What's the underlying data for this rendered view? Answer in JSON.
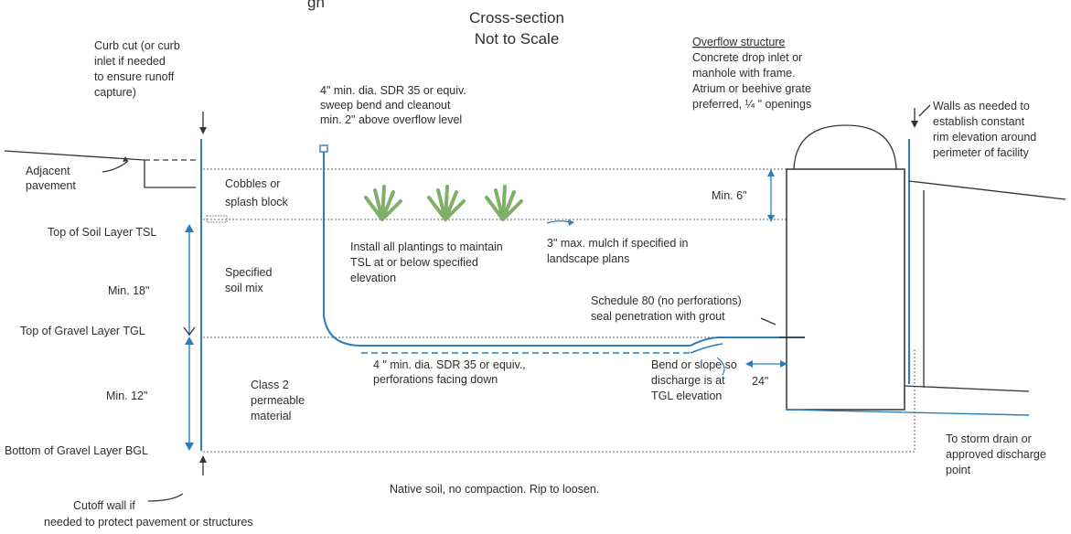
{
  "title_partial": "gn",
  "cross_section": "Cross-section",
  "not_to_scale": "Not to Scale",
  "curb_cut": [
    "Curb cut (or curb",
    "inlet if needed",
    "to ensure runoff",
    "capture)"
  ],
  "adjacent_pavement": [
    "Adjacent",
    "pavement"
  ],
  "cleanout": [
    "4\" min. dia. SDR 35 or equiv.",
    "sweep bend and cleanout",
    "min. 2\" above overflow level"
  ],
  "overflow_title": "Overflow structure",
  "overflow_desc": [
    "Concrete drop inlet or",
    "manhole with frame.",
    "Atrium or beehive grate",
    "preferred, ¼ \" openings"
  ],
  "walls": [
    "Walls as needed to",
    "establish constant",
    "rim elevation around",
    "perimeter of facility"
  ],
  "cobbles": [
    "Cobbles or",
    "splash block"
  ],
  "min6": "Min. 6\"",
  "tsl": "Top of Soil Layer TSL",
  "plantings": [
    "Install all plantings to maintain",
    "TSL at or below specified",
    "elevation"
  ],
  "mulch": [
    "3\" max. mulch if specified in",
    "landscape plans"
  ],
  "specified_soil": [
    "Specified",
    "soil mix"
  ],
  "min18": "Min. 18\"",
  "schedule80": [
    "Schedule 80 (no perforations)",
    "seal penetration with grout"
  ],
  "tgl": "Top of Gravel Layer TGL",
  "perforated": [
    "4 \" min. dia. SDR 35 or equiv.,",
    "perforations facing down"
  ],
  "bend": [
    "Bend or slope so",
    "discharge is at",
    "TGL elevation"
  ],
  "dim24": "24\"",
  "min12": "Min. 12\"",
  "class2": [
    "Class 2",
    "permeable",
    "material"
  ],
  "storm_drain": [
    "To storm drain or",
    "approved discharge",
    "point"
  ],
  "bgl": "Bottom of Gravel Layer BGL",
  "native_soil": "Native soil, no compaction. Rip to loosen.",
  "cutoff_wall": [
    "Cutoff wall if",
    "needed to protect pavement or structures"
  ],
  "colors": {
    "pipe": "#2a7fb8",
    "plant": "#7fb069",
    "ink": "#333333"
  },
  "icons": [
    "arrow-icon",
    "fern-icon",
    "double-arrow-icon"
  ]
}
